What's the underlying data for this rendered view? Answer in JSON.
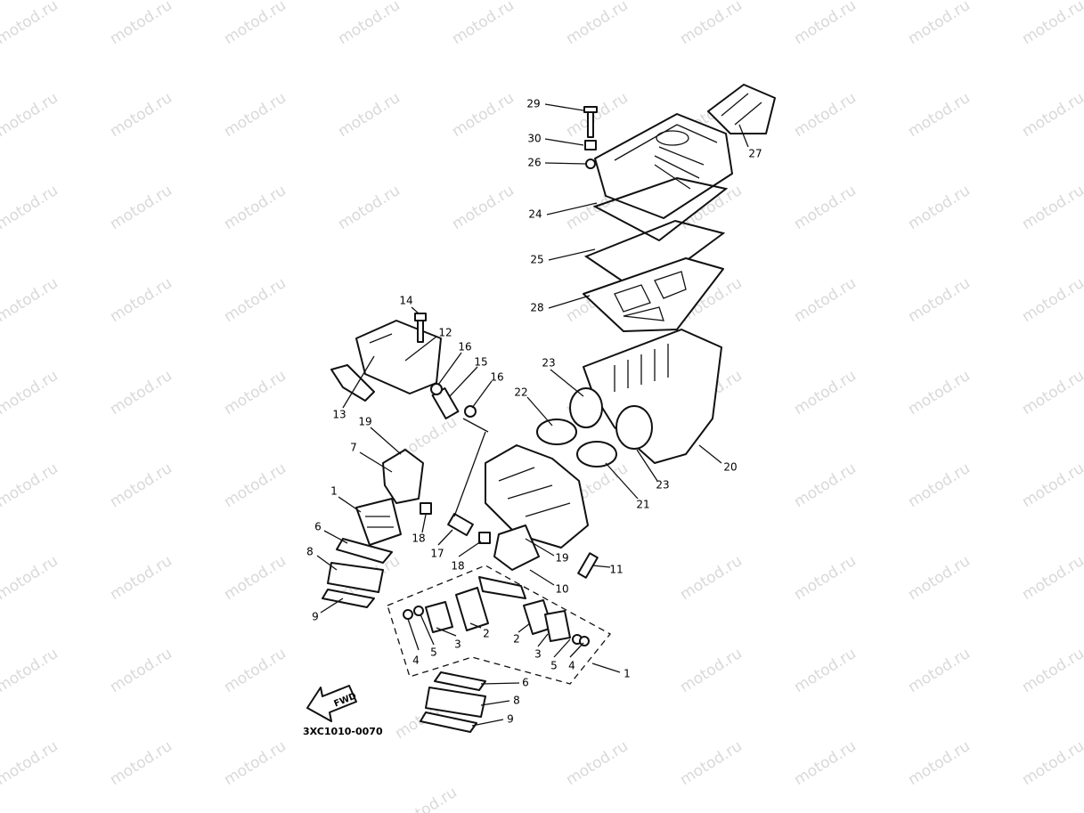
{
  "watermark": "motod.ru",
  "diagram_code": "3XC1010-0070",
  "fwd_label": "FWD",
  "callouts": [
    "29",
    "30",
    "26",
    "27",
    "24",
    "25",
    "28",
    "14",
    "12",
    "16",
    "15",
    "16",
    "13",
    "23",
    "22",
    "19",
    "7",
    "20",
    "23",
    "21",
    "1",
    "18",
    "17",
    "18",
    "19",
    "11",
    "6",
    "10",
    "8",
    "9",
    "4",
    "5",
    "3",
    "2",
    "2",
    "3",
    "5",
    "4",
    "1",
    "6",
    "8",
    "9"
  ],
  "colors": {
    "line": "#111111",
    "watermark": "#d9d9d9"
  }
}
